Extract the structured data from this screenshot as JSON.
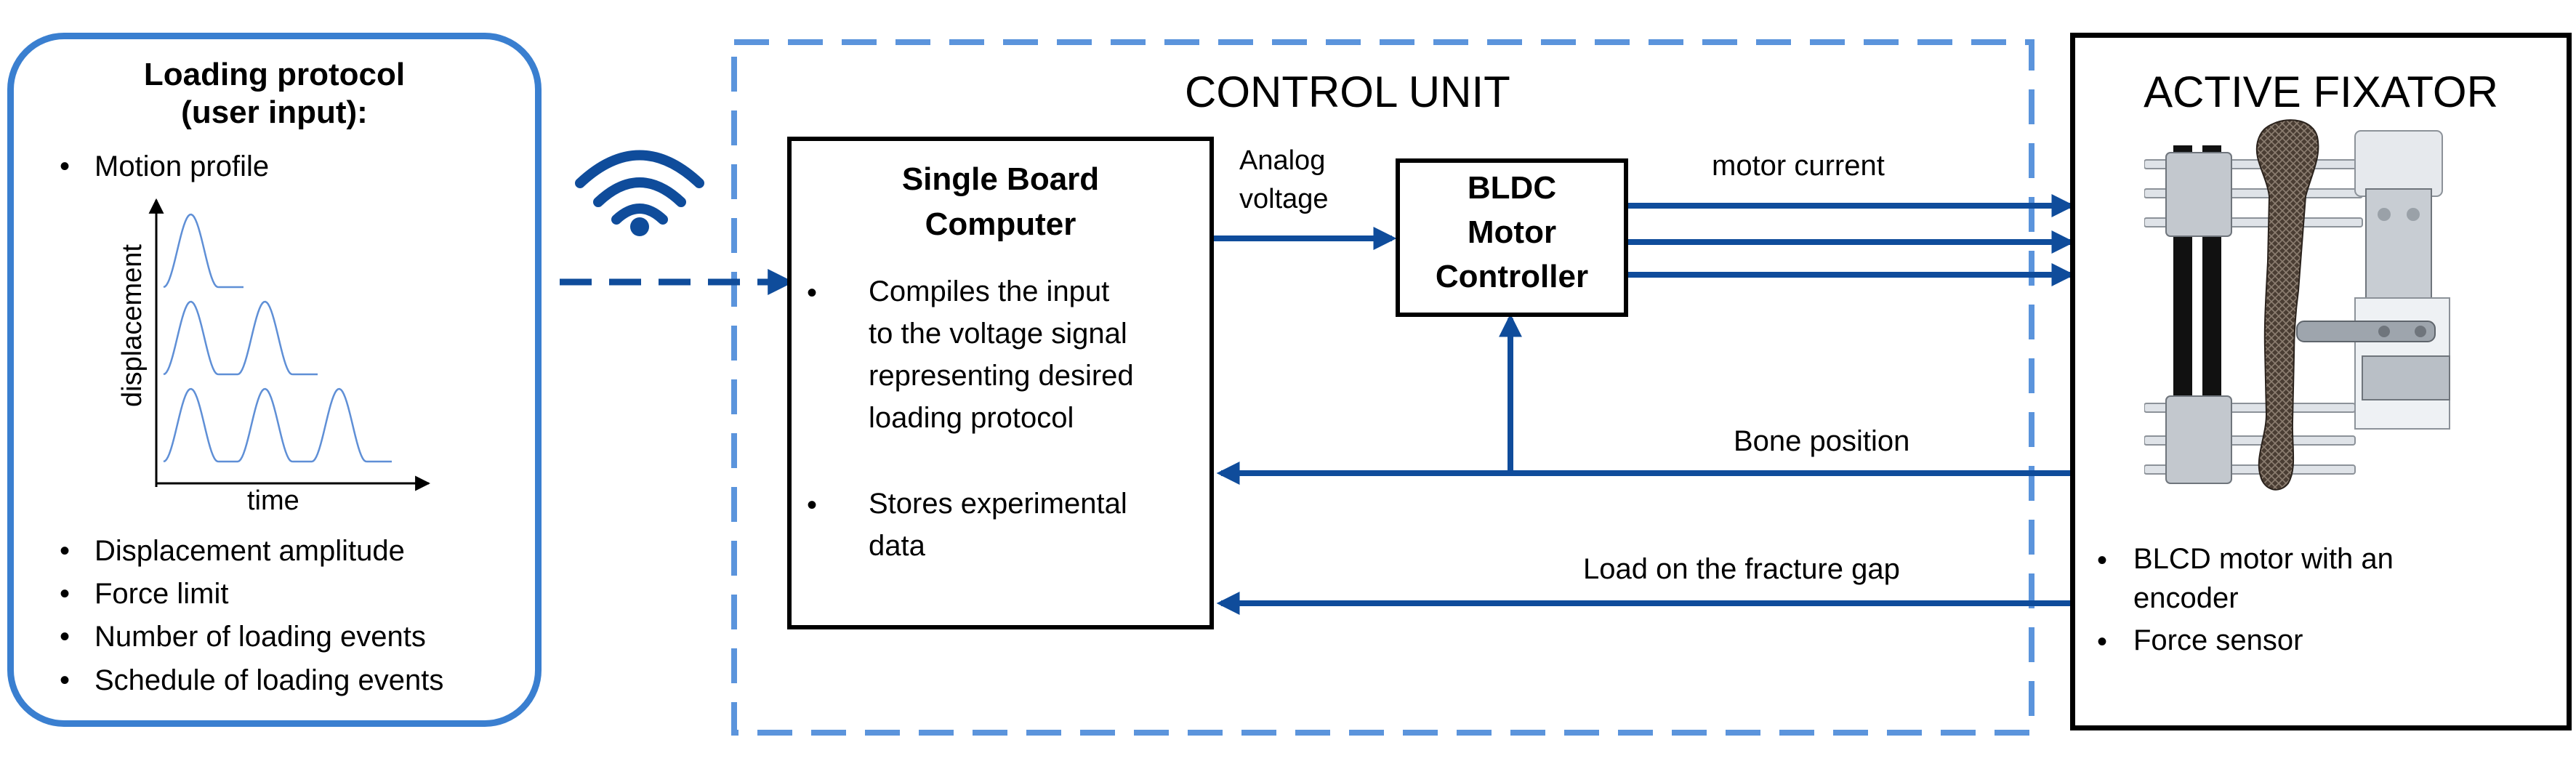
{
  "input_panel": {
    "title_line1": "Loading protocol",
    "title_line2": "(user input):",
    "items_top": [
      "Motion profile"
    ],
    "items_bottom": [
      "Displacement amplitude",
      "Force limit",
      "Number of loading events",
      "Schedule of loading events"
    ],
    "graph": {
      "ylabel": "displacement",
      "xlabel": "time"
    }
  },
  "control_unit": {
    "label": "CONTROL UNIT"
  },
  "sbc": {
    "title_line1": "Single Board",
    "title_line2": "Computer",
    "bullet1_lines": [
      "Compiles the input",
      "to the voltage signal",
      "representing desired",
      "loading protocol"
    ],
    "bullet2_lines": [
      "Stores experimental",
      "data"
    ]
  },
  "signal": {
    "line1": "Analog",
    "line2": "voltage"
  },
  "bldc": {
    "line1": "BLDC",
    "line2": "Motor",
    "line3": "Controller"
  },
  "arrows": {
    "motor_current": "motor current",
    "bone_position": "Bone position",
    "load": "Load on the fracture gap"
  },
  "fixator": {
    "title": "ACTIVE FIXATOR",
    "bullet1_lines": [
      "BLCD motor with an",
      "encoder"
    ],
    "bullet2_lines": [
      "Force sensor"
    ]
  },
  "colors": {
    "blue": "#0f4c9b",
    "light_blue": "#3a7fd0",
    "dash_blue": "#5b94dc",
    "wave": "#5f8fd6"
  }
}
